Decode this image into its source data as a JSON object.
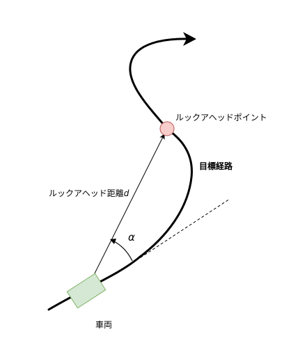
{
  "labels": {
    "lookahead_point": "ルックアヘッドポイント",
    "target_path": "目標経路",
    "lookahead_distance_text": "ルックアヘッド距離",
    "lookahead_distance_symbol": "d",
    "angle_symbol": "α",
    "vehicle": "車両"
  },
  "colors": {
    "path": "#000000",
    "lookahead_point_fill": "#f8cecc",
    "lookahead_point_stroke": "#b85450",
    "vehicle_fill": "#d5e8d4",
    "vehicle_stroke": "#82b366",
    "tangent": "#000000"
  }
}
